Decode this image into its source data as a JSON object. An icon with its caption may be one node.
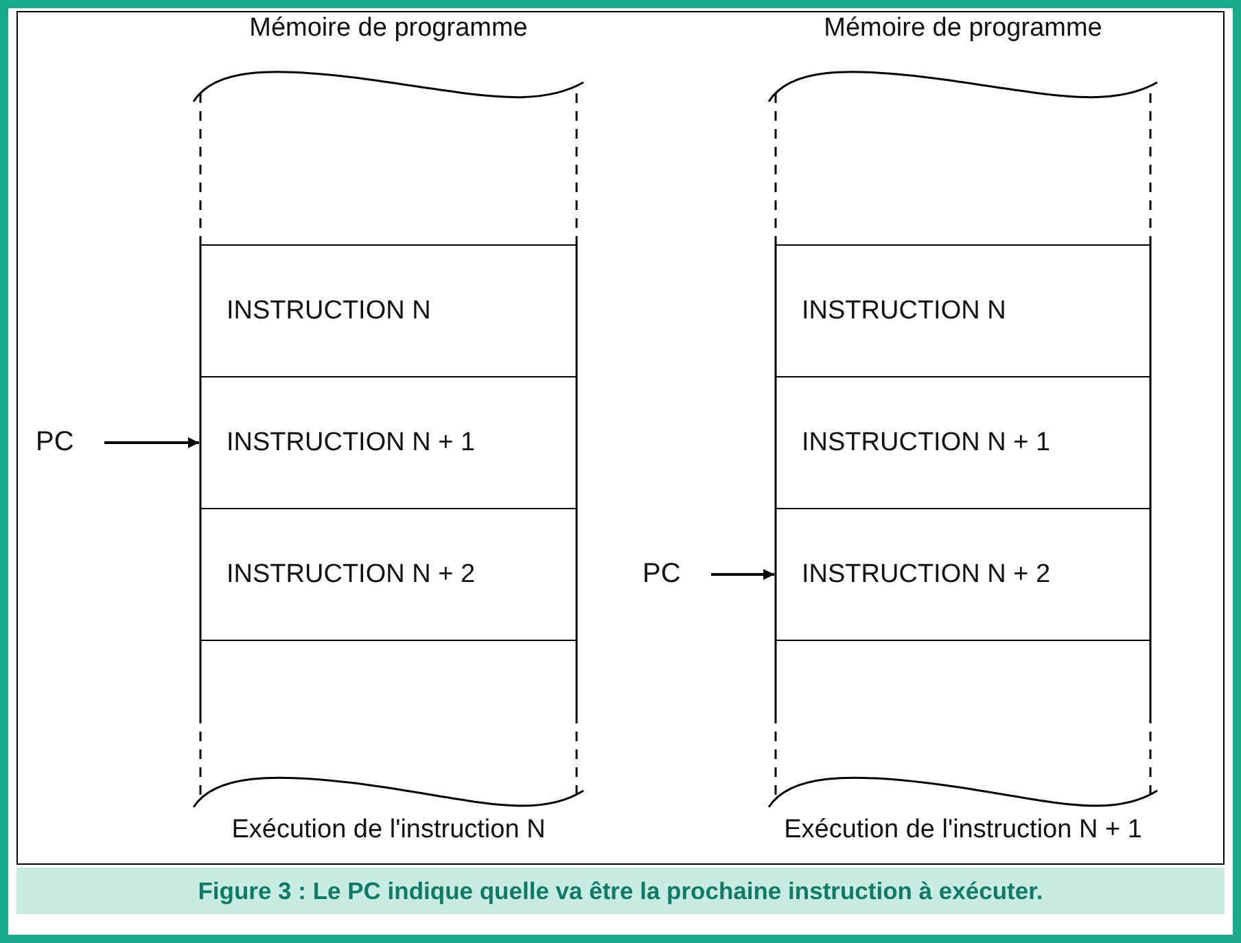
{
  "diagram": {
    "caption": "Figure 3 : Le PC indique quelle va être la prochaine instruction à exécuter.",
    "nodes": [
      {
        "text": [
          "Mémoire de programme"
        ],
        "beside": [
          "Exécution de l'instruction N"
        ]
      },
      {
        "text": [
          "INSTRUCTION N"
        ],
        "in": 0
      },
      {
        "text": [
          "INSTRUCTION N + 1"
        ],
        "in": 0
      },
      {
        "text": [
          "INSTRUCTION N + 2"
        ],
        "in": 0
      },
      {
        "text": [
          "PC"
        ]
      },
      {
        "text": [
          "Mémoire de programme"
        ],
        "beside": [
          "Exécution de l'instruction N + 1"
        ]
      },
      {
        "text": [
          "INSTRUCTION N"
        ],
        "in": 5
      },
      {
        "text": [
          "INSTRUCTION N + 1"
        ],
        "in": 5
      },
      {
        "text": [
          "INSTRUCTION N + 2"
        ],
        "in": 5
      },
      {
        "text": [
          "PC"
        ]
      }
    ],
    "edges": [
      {
        "from": 4,
        "to": 2,
        "arrow": "to"
      },
      {
        "from": 9,
        "to": 8,
        "arrow": "to"
      }
    ]
  }
}
